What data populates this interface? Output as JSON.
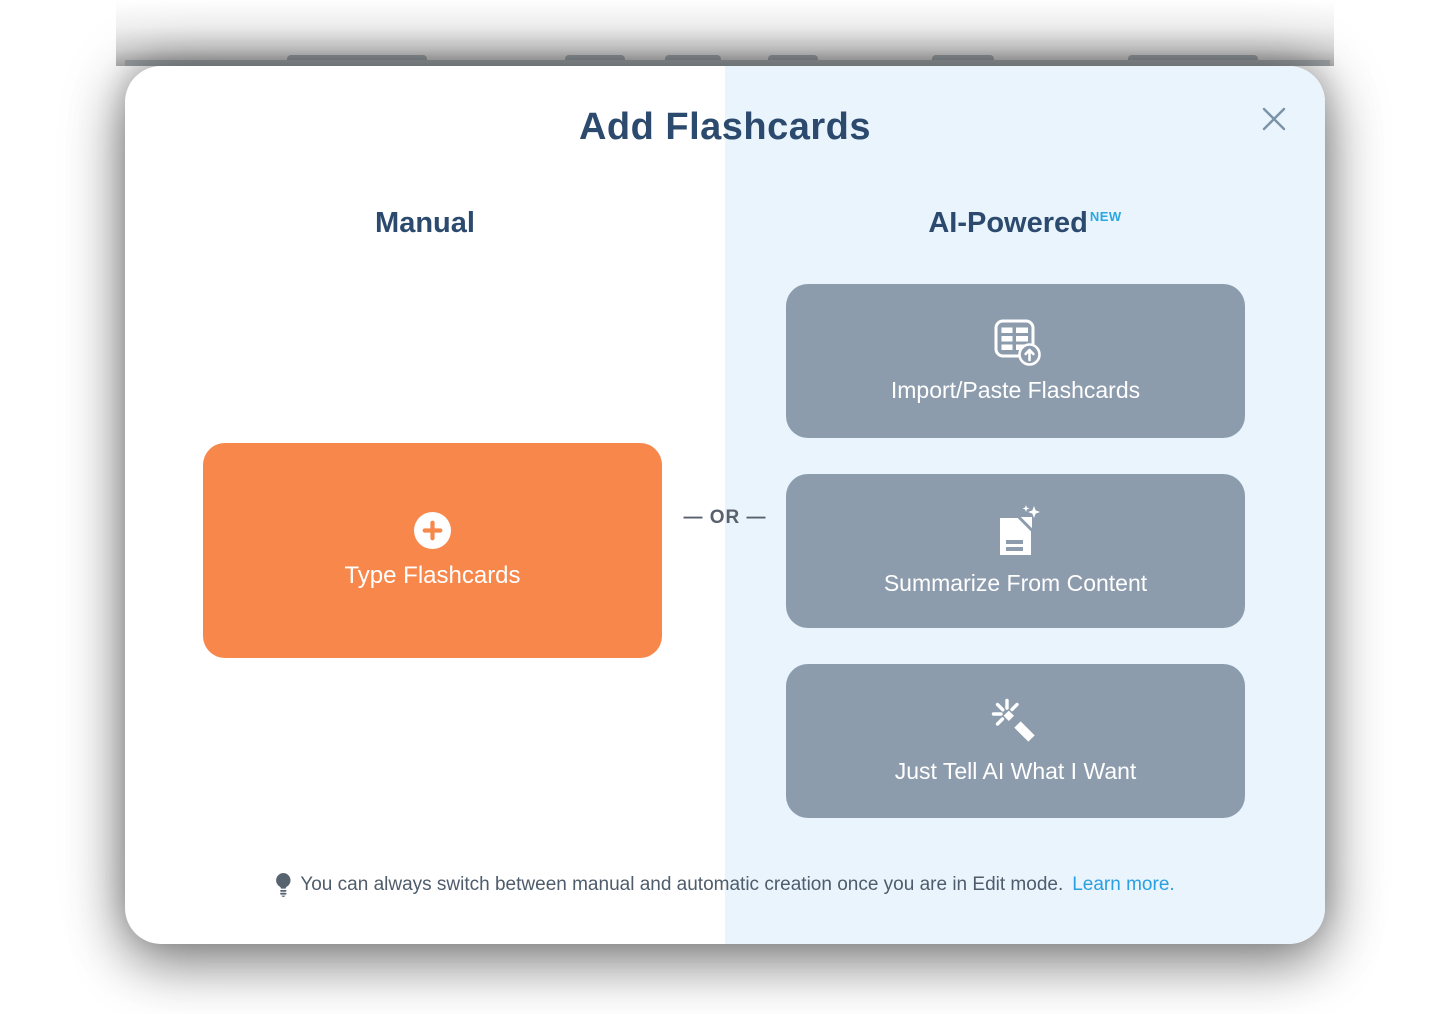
{
  "modal": {
    "title": "Add Flashcards",
    "manual_column": {
      "heading": "Manual",
      "type_button_label": "Type Flashcards"
    },
    "ai_column": {
      "heading": "AI-Powered",
      "badge": "NEW",
      "buttons": [
        {
          "label": "Import/Paste Flashcards",
          "icon": "table-upload-icon"
        },
        {
          "label": "Summarize From Content",
          "icon": "document-sparkles-icon"
        },
        {
          "label": "Just Tell AI What I Want",
          "icon": "magic-wand-icon"
        }
      ]
    },
    "divider_label": "— OR —",
    "footer": {
      "tip_text": "You can always switch between manual and automatic creation once you are in Edit mode.",
      "link_label": "Learn more."
    }
  },
  "icons": {
    "header_close": "close-x",
    "manual_add": "plus-circle",
    "footer_tip": "lightbulb"
  },
  "colors": {
    "accent_orange": "#F7874A",
    "ai_button_gray": "#8D9CAD",
    "panel_blue": "#E9F4FD",
    "heading_navy": "#2C4A6E",
    "link_blue": "#2B9FE0",
    "badge_blue": "#29A8E1",
    "footer_text": "#4E5C6B"
  }
}
